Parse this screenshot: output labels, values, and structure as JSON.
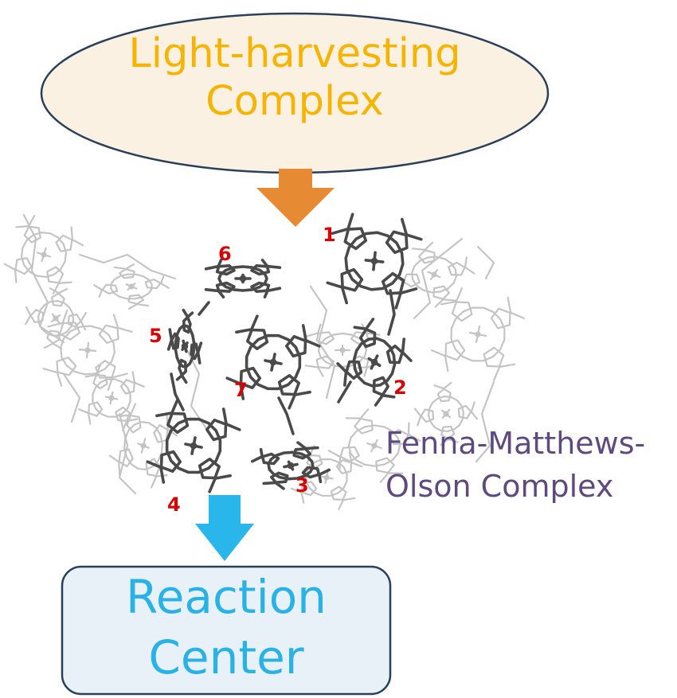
{
  "top_node": {
    "label_line1": "Light-harvesting",
    "label_line2": "Complex"
  },
  "bottom_node": {
    "label_line1": "Reaction",
    "label_line2": "Center"
  },
  "protein": {
    "label_line1": "Fenna-Matthews-",
    "label_line2": "Olson Complex"
  },
  "sites": [
    "1",
    "2",
    "3",
    "4",
    "5",
    "6",
    "7"
  ],
  "colors": {
    "top_node_fill": "#fbf1e3",
    "top_node_text": "#f5b400",
    "top_arrow": "#e68a33",
    "bottom_node_fill": "#e8f0f8",
    "bottom_node_text": "#29b2e6",
    "bottom_arrow": "#29b6ea",
    "protein_text": "#5e4a7e",
    "site_numbers": "#d90000",
    "pigment_dark": "#4a4a4a",
    "pigment_light": "#c4c4c4"
  }
}
